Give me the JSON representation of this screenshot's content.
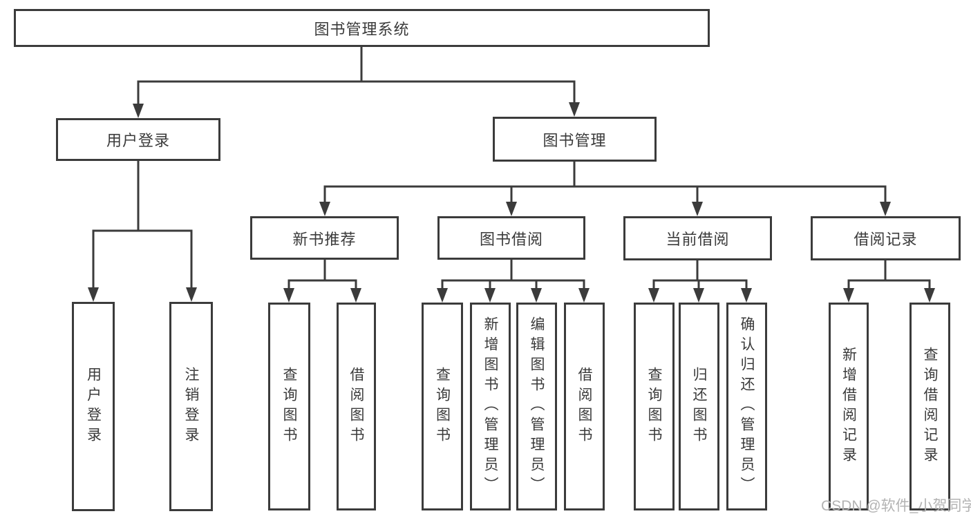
{
  "diagram": {
    "root": {
      "label": "图书管理系统"
    },
    "branches": [
      {
        "label": "用户登录",
        "children": [
          {
            "label": "用户登录"
          },
          {
            "label": "注销登录"
          }
        ]
      },
      {
        "label": "图书管理",
        "children": [
          {
            "label": "新书推荐",
            "children": [
              {
                "label": "查询图书"
              },
              {
                "label": "借阅图书"
              }
            ]
          },
          {
            "label": "图书借阅",
            "children": [
              {
                "label": "查询图书"
              },
              {
                "label": "新增图书（管理员）"
              },
              {
                "label": "编辑图书（管理员）"
              },
              {
                "label": "借阅图书"
              }
            ]
          },
          {
            "label": "当前借阅",
            "children": [
              {
                "label": "查询图书"
              },
              {
                "label": "归还图书"
              },
              {
                "label": "确认归还（管理员）"
              }
            ]
          },
          {
            "label": "借阅记录",
            "children": [
              {
                "label": "新增借阅记录"
              },
              {
                "label": "查询借阅记录"
              }
            ]
          }
        ]
      }
    ]
  },
  "watermark": {
    "text": "CSDN @软件_小贺同学"
  },
  "colors": {
    "line": "#3b3b3b",
    "text": "#3a3a3a",
    "background": "#ffffff",
    "watermark": "#b3b3b3"
  }
}
